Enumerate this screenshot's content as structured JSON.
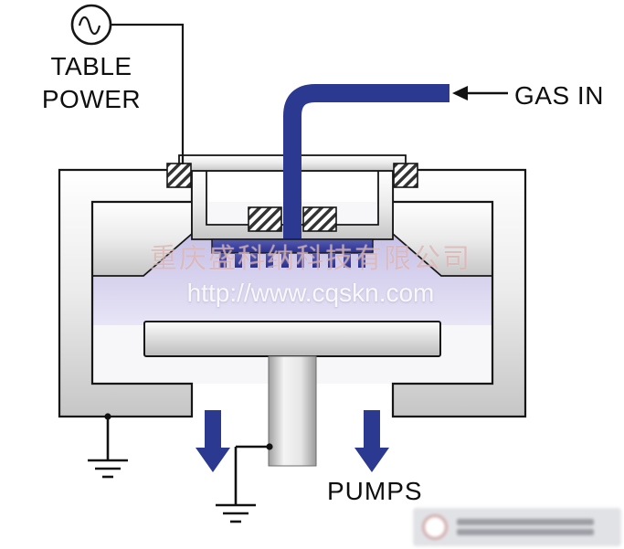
{
  "diagram": {
    "labels": {
      "table_power": "TABLE\nPOWER",
      "gas_in": "GAS IN",
      "pumps": "PUMPS"
    },
    "watermark": {
      "company_cn": "重庆盛科纳科技有限公司",
      "url": "http://www.cqskn.com"
    },
    "colors": {
      "pipe_navy": "#2b3990",
      "plasma_violet": "#cbc4e8",
      "metal_light": "#ffffff",
      "metal_dark": "#c9c9c9",
      "outline": "#161616"
    }
  }
}
